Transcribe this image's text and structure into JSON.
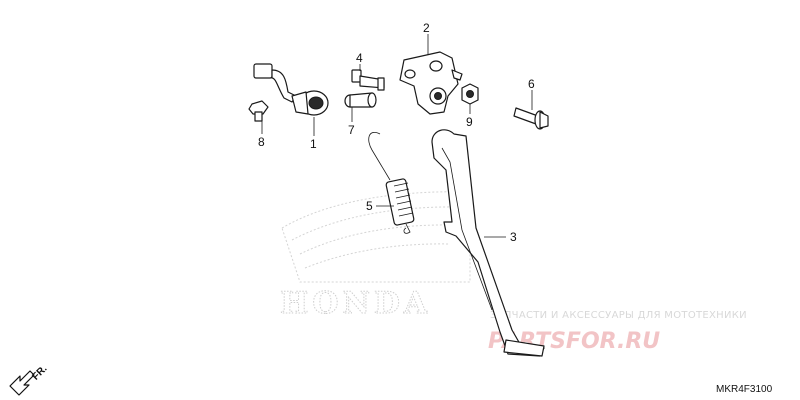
{
  "callouts": {
    "c1": "1",
    "c2": "2",
    "c3": "3",
    "c4": "4",
    "c5": "5",
    "c6": "6",
    "c7": "7",
    "c8": "8",
    "c9": "9"
  },
  "watermark": {
    "brand_logo": "HONDA",
    "store_tagline": "ЗАПЧАСТИ И АКСЕССУАРЫ ДЛЯ МОТОТЕХНИКИ",
    "store_name": "PARTSFOR.RU"
  },
  "direction_label": "FR.",
  "diagram_code": "MKR4F3100",
  "colors": {
    "ink": "#1a1a1a",
    "watermark_gray": "#d8d8d8",
    "watermark_red": "#f2c4c6"
  }
}
